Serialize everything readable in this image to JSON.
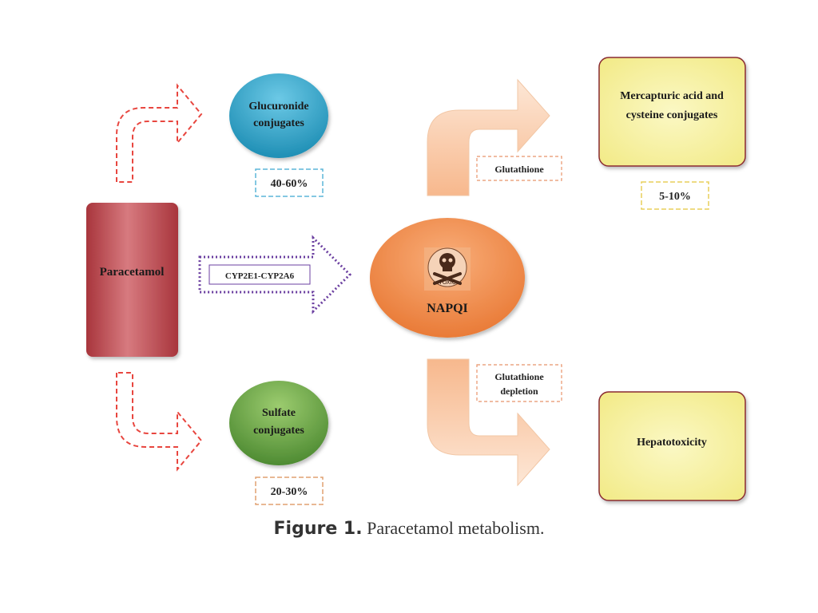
{
  "nodes": {
    "paracetamol": "Paracetamol",
    "glucuronide_line1": "Glucuronide",
    "glucuronide_line2": "conjugates",
    "sulfate_line1": "Sulfate",
    "sulfate_line2": "conjugates",
    "napqi": "NAPQI",
    "toxic": "TOXIC",
    "mercapturic_line1": "Mercapturic acid and",
    "mercapturic_line2": "cysteine conjugates",
    "hepatotoxicity": "Hepatotoxicity"
  },
  "labels": {
    "glucuronide_pct": "40-60%",
    "sulfate_pct": "20-30%",
    "mercapturic_pct": "5-10%",
    "cyp": "CYP2E1-CYP2A6",
    "glutathione": "Glutathione",
    "depletion_line1": "Glutathione",
    "depletion_line2": "depletion"
  },
  "caption": {
    "label": "Figure 1.",
    "text": "Paracetamol metabolism."
  },
  "colors": {
    "paracetamol": "#b9454c",
    "glucuronide": "#2fa2c6",
    "sulfate": "#6fa34a",
    "napqi": "#ef8a48",
    "yellow_box": "#f7f3a8",
    "yellow_border": "#8a2c30",
    "red_dash": "#e8463f",
    "purple_dot": "#6b3fa0",
    "peach_arrow": "#f9c9a6"
  }
}
